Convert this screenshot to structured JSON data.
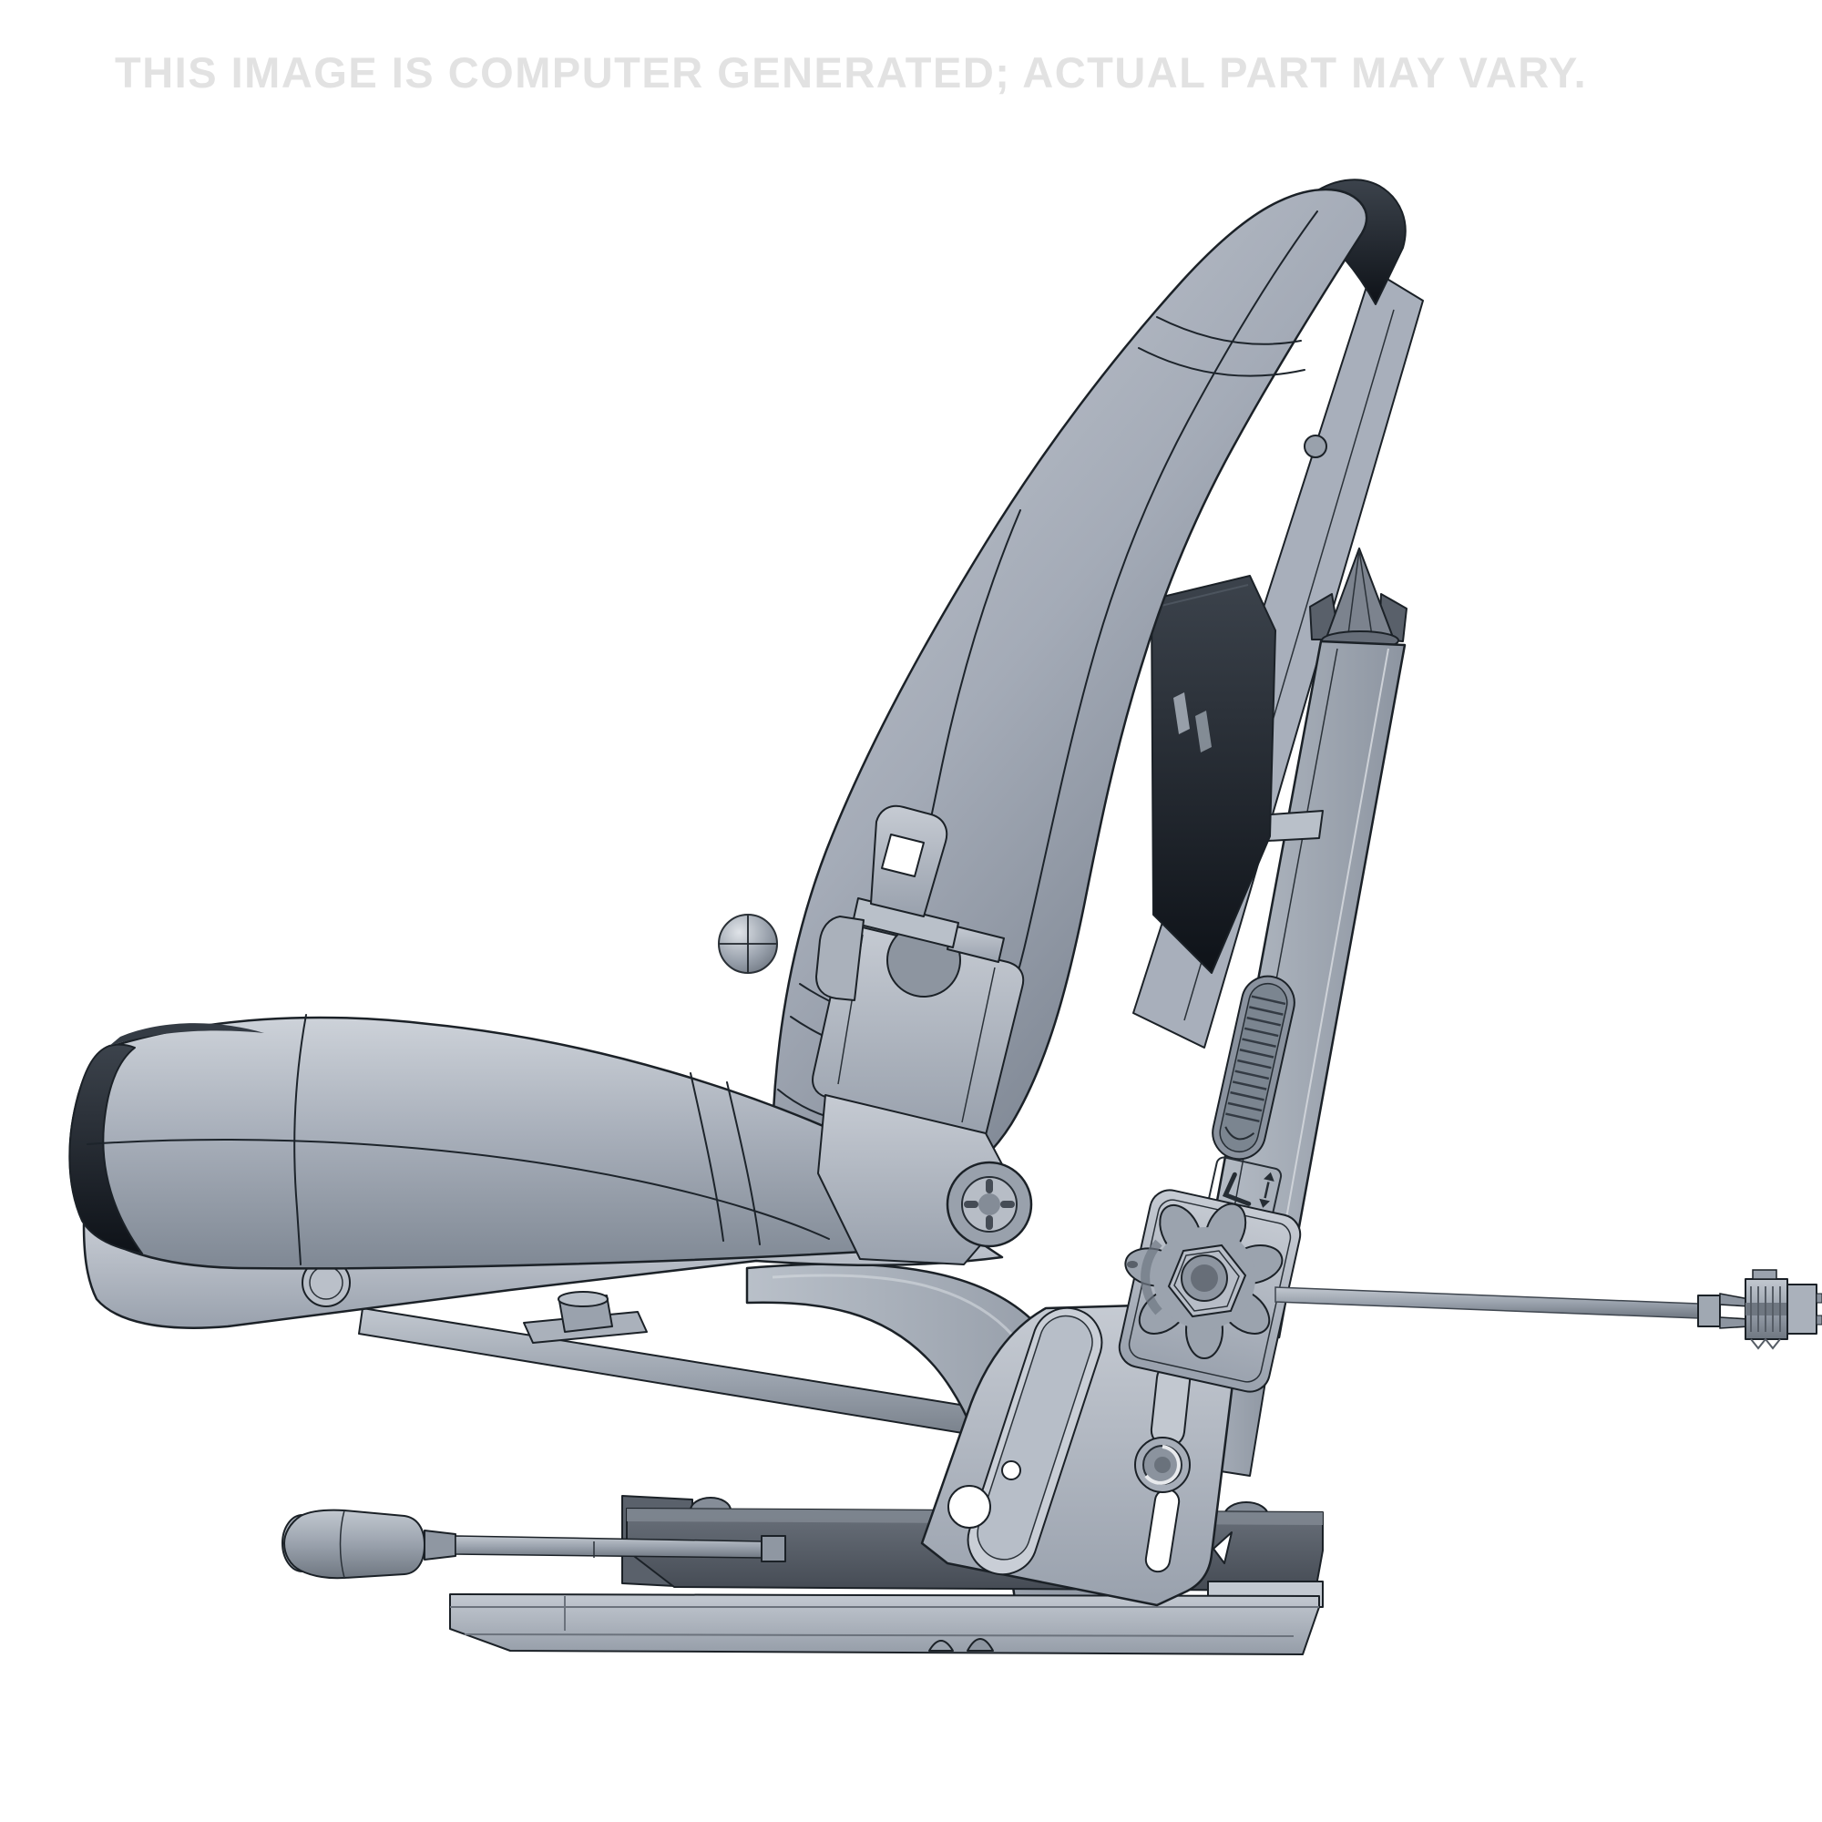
{
  "watermark": {
    "text": "THIS IMAGE IS COMPUTER GENERATED; ACTUAL PART MAY VARY.",
    "color": "#e2e2e2"
  },
  "scene": {
    "background": "#ffffff",
    "subject": "side-view CAD render of a vehicle suspension seat assembly",
    "palette": {
      "cushion_light": "#cdd2d9",
      "cushion_mid": "#a3aab6",
      "cushion_dark": "#7f8894",
      "frame_light": "#c6cbd3",
      "frame_dark": "#99a1ad",
      "trim_dark": "#0e1218",
      "outline": "#1b2127",
      "rail_dark": "#454b54",
      "rail_light": "#c3c9d1"
    },
    "parts": [
      {
        "name": "seat-cushion"
      },
      {
        "name": "seat-base-pan"
      },
      {
        "name": "backrest-cushion"
      },
      {
        "name": "backrest-top-cap"
      },
      {
        "name": "backrest-mount-bracket"
      },
      {
        "name": "height-adjust-post"
      },
      {
        "name": "ratchet-strip"
      },
      {
        "name": "seat-height-label"
      },
      {
        "name": "seatbelt-anchor-bracket"
      },
      {
        "name": "pivot-bolt"
      },
      {
        "name": "ball-handle"
      },
      {
        "name": "star-adjustment-knob"
      },
      {
        "name": "control-rod"
      },
      {
        "name": "rod-end-connector"
      },
      {
        "name": "suspension-link-tube"
      },
      {
        "name": "bracket-plate"
      },
      {
        "name": "slide-rails"
      },
      {
        "name": "slide-lever"
      }
    ]
  }
}
